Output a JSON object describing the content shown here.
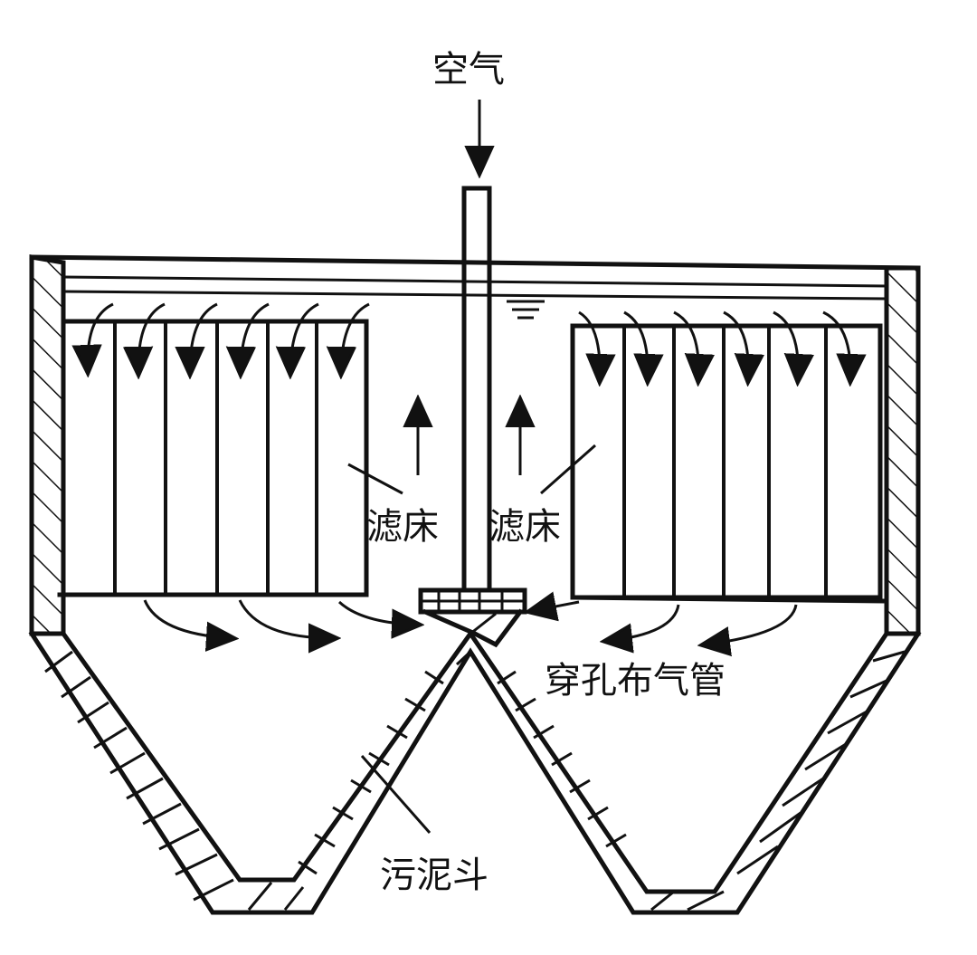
{
  "labels": {
    "air": "空气",
    "filter_bed_left": "滤床",
    "filter_bed_right": "滤床",
    "perforated_pipe": "穿孔布气管",
    "sludge_hopper": "污泥斗"
  }
}
